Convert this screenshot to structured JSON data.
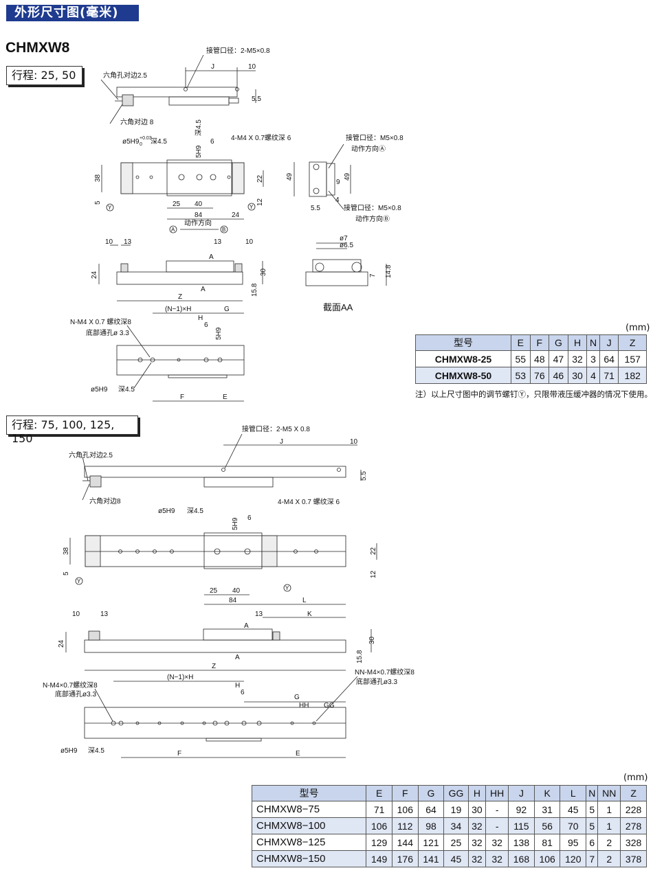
{
  "header": {
    "title": "外形尺寸图(毫米)"
  },
  "model_title": "CHMXW8",
  "section1": {
    "stroke_label": "行程: 25, 50",
    "callouts": {
      "port_top": "接管口径：2-M5×0.8",
      "hex_hole": "六角孔对边2.5",
      "hex_flat": "六角对边 8",
      "pin_hole": "ø5H9",
      "pin_hole_tol": "+0.03",
      "pin_hole_tol0": "0",
      "pin_depth": "深4.5",
      "slot": "5H9",
      "slot_depth": "深4.5",
      "thread": "4-M4 X 0.7螺纹深 6",
      "port_side_a": "接管口径：M5×0.8",
      "dir_a": "动作方向Ⓐ",
      "port_side_b": "接管口径：M5×0.8",
      "dir_b": "动作方向Ⓑ",
      "motion": "动作方向",
      "n_thread": "N-M4 X 0.7 螺纹深8",
      "bottom_hole": "底部通孔ø 3.3",
      "section_aa": "截面AA"
    },
    "dims": {
      "J": "J",
      "d10": "10",
      "d5_5": "5.5",
      "d6": "6",
      "d4_5": "4.5",
      "d38": "38",
      "d5": "5",
      "d22": "22",
      "d12": "12",
      "d25": "25",
      "d40": "40",
      "d84": "84",
      "d24": "24",
      "d49": "49",
      "d49b": "49",
      "d9": "9",
      "d4": "4",
      "d5_5b": "5.5",
      "d13": "13",
      "d30": "30",
      "d15_8": "15.8",
      "Z": "Z",
      "A": "A",
      "A2": "A",
      "d7": "ø7",
      "d6_5": "ø6.5",
      "d7b": "7",
      "d14_8": "14.8",
      "NH": "(N−1)×H",
      "H": "H",
      "G": "G",
      "F": "F",
      "E": "E",
      "d6b": "6",
      "Y": "Y",
      "circA": "A",
      "circB": "B"
    }
  },
  "table1": {
    "unit": "(mm)",
    "headers": [
      "型号",
      "E",
      "F",
      "G",
      "H",
      "N",
      "J",
      "Z"
    ],
    "rows": [
      [
        "CHMXW8-25",
        "55",
        "48",
        "47",
        "32",
        "3",
        "64",
        "157"
      ],
      [
        "CHMXW8-50",
        "53",
        "76",
        "46",
        "30",
        "4",
        "71",
        "182"
      ]
    ]
  },
  "note": "注）以上尺寸图中的调节螺钉Ⓨ，只限带液压缓冲器的情况下使用。",
  "section2": {
    "stroke_label": "行程: 75, 100, 125, 150",
    "callouts": {
      "port_top": "接管口径：2-M5 X 0.8",
      "hex_hole": "六角孔对边2.5",
      "hex_flat": "六角对边8",
      "pin_hole": "ø5H9",
      "pin_depth": "深4.5",
      "thread": "4-M4 X 0.7 螺纹深 6",
      "n_thread": "N-M4×0.7螺纹深8",
      "bottom_hole": "底部通孔ø3.3",
      "nn_thread": "NN-M4×0.7螺纹深8",
      "bottom_hole2": "底部通孔ø3.3"
    },
    "dims": {
      "J": "J",
      "d10": "10",
      "d5_5": "5.5",
      "d6": "6",
      "d38": "38",
      "d5": "5",
      "d22": "22",
      "d12": "12",
      "d25": "25",
      "d40": "40",
      "d84": "84",
      "L": "L",
      "d13": "13",
      "K": "K",
      "d24": "24",
      "d30": "30",
      "d15_8": "15.8",
      "Z": "Z",
      "A": "A",
      "A2": "A",
      "NH": "(N−1)×H",
      "H": "H",
      "G": "G",
      "HH": "HH",
      "GG": "GG",
      "F": "F",
      "E": "E",
      "Y": "Y"
    }
  },
  "table2": {
    "unit": "(mm)",
    "headers": [
      "型号",
      "E",
      "F",
      "G",
      "GG",
      "H",
      "HH",
      "J",
      "K",
      "L",
      "N",
      "NN",
      "Z"
    ],
    "rows": [
      [
        "CHMXW8−75",
        "71",
        "106",
        "64",
        "19",
        "30",
        "-",
        "92",
        "31",
        "45",
        "5",
        "1",
        "228"
      ],
      [
        "CHMXW8−100",
        "106",
        "112",
        "98",
        "34",
        "32",
        "-",
        "115",
        "56",
        "70",
        "5",
        "1",
        "278"
      ],
      [
        "CHMXW8−125",
        "129",
        "144",
        "121",
        "25",
        "32",
        "32",
        "138",
        "81",
        "95",
        "6",
        "2",
        "328"
      ],
      [
        "CHMXW8−150",
        "149",
        "176",
        "141",
        "45",
        "32",
        "32",
        "168",
        "106",
        "120",
        "7",
        "2",
        "378"
      ]
    ]
  },
  "colors": {
    "header_bg": "#1f3b8f",
    "table_header": "#c9d5ec",
    "table_alt": "#dfe6f4"
  }
}
